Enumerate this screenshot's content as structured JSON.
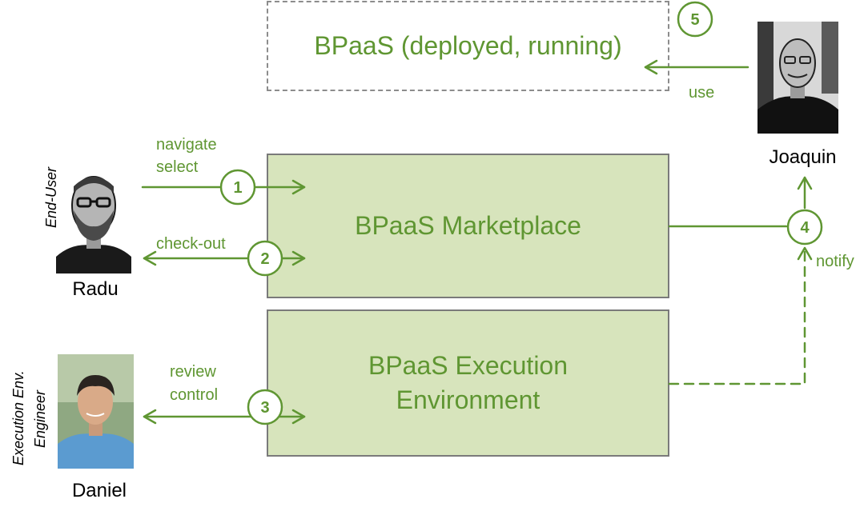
{
  "boxes": {
    "deployed": "BPaaS (deployed, running)",
    "marketplace": "BPaaS Marketplace",
    "execution_line1": "BPaaS Execution",
    "execution_line2": "Environment"
  },
  "actors": {
    "radu": {
      "name": "Radu",
      "role": "End-User"
    },
    "daniel": {
      "name": "Daniel",
      "role_line1": "Execution Env.",
      "role_line2": "Engineer"
    },
    "joaquin": {
      "name": "Joaquin"
    }
  },
  "labels": {
    "navigate": "navigate",
    "select": "select",
    "checkout": "check-out",
    "review": "review",
    "control": "control",
    "use": "use",
    "notify": "notify"
  },
  "steps": [
    "1",
    "2",
    "3",
    "4",
    "5"
  ],
  "colors": {
    "accent": "#5f9632",
    "box_fill": "#d7e4bc",
    "box_border": "#7a7a7a"
  }
}
